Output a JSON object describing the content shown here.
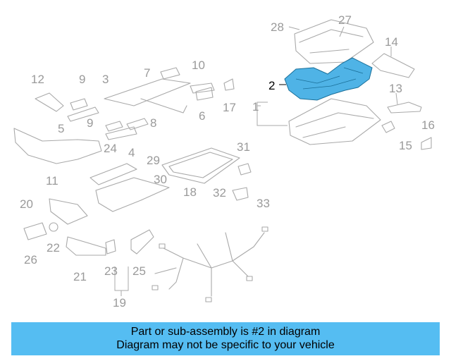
{
  "highlight_color": "#4fb3e6",
  "banner_color": "#55bdf2",
  "callouts": {
    "c1": "1",
    "c2": "2",
    "c3": "3",
    "c4": "4",
    "c5": "5",
    "c6": "6",
    "c7": "7",
    "c8": "8",
    "c9a": "9",
    "c9b": "9",
    "c10": "10",
    "c11": "11",
    "c12": "12",
    "c13": "13",
    "c14": "14",
    "c15": "15",
    "c16": "16",
    "c17": "17",
    "c18": "18",
    "c19": "19",
    "c20": "20",
    "c21": "21",
    "c22": "22",
    "c23": "23",
    "c24": "24",
    "c25": "25",
    "c26": "26",
    "c27": "27",
    "c28": "28",
    "c29": "29",
    "c30": "30",
    "c31": "31",
    "c32": "32",
    "c33": "33"
  },
  "banner": {
    "line1": "Part or sub-assembly is #2 in diagram",
    "line2": "Diagram may not be specific to your vehicle"
  }
}
